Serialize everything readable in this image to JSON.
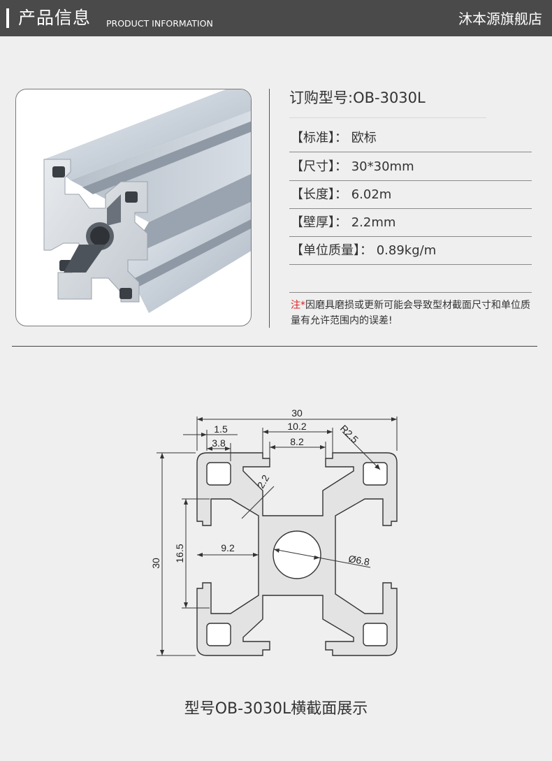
{
  "header": {
    "title_cn": "产品信息",
    "title_en": "PRODUCT INFORMATION",
    "shop_name": "沐本源旗舰店"
  },
  "product": {
    "model_label": "订购型号:OB-3030L",
    "specs": [
      {
        "text": "【标准】： 欧标"
      },
      {
        "text": "【尺寸】： 30*30mm"
      },
      {
        "text": "【长度】： 6.02m"
      },
      {
        "text": "【壁厚】： 2.2mm"
      },
      {
        "text": "【单位质量】： 0.89kg/m"
      }
    ],
    "note_mark": "注*",
    "note_text": "因磨具磨损或更新可能会导致型材截面尺寸和单位质量有允许范围内的误差!"
  },
  "drawing": {
    "dims": {
      "width": "30",
      "height": "30",
      "d15": "1.5",
      "d38": "3.8",
      "d102": "10.2",
      "d82": "8.2",
      "r25": "R2.5",
      "d22": "2.2",
      "d92": "9.2",
      "d165": "16.5",
      "d68": "Ø6.8"
    },
    "caption": "型号OB-3030L横截面展示"
  }
}
